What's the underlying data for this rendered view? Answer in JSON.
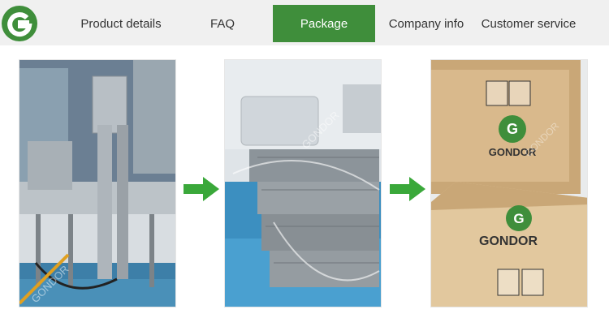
{
  "brand": {
    "logo_letter": "G",
    "brand_name": "GONDOR",
    "watermark": "GONDOR",
    "color": "#3f8e3b"
  },
  "nav": {
    "items": [
      {
        "label": "Product details",
        "active": false
      },
      {
        "label": "FAQ",
        "active": false
      },
      {
        "label": "Package",
        "active": true
      },
      {
        "label": "Company info",
        "active": false
      },
      {
        "label": "Customer service",
        "active": false
      }
    ]
  },
  "photos": [
    {
      "icon": "fryer-machine-photo"
    },
    {
      "icon": "wrapped-parts-photo"
    },
    {
      "icon": "wooden-crates-photo"
    }
  ],
  "arrow_color": "#3aa83a"
}
